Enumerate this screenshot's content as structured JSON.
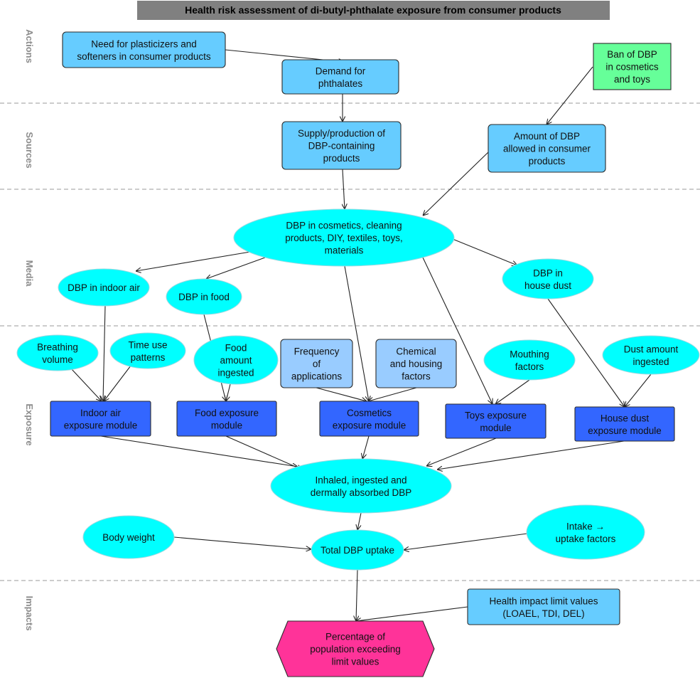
{
  "title": "Health risk assessment of di-butyl-phthalate exposure from consumer products",
  "lanes": [
    {
      "id": "actions",
      "label": "Actions"
    },
    {
      "id": "sources",
      "label": "Sources"
    },
    {
      "id": "media",
      "label": "Media"
    },
    {
      "id": "exposure",
      "label": "Exposure"
    },
    {
      "id": "impacts",
      "label": "Impacts"
    }
  ],
  "colors": {
    "light_box": "#66ccff",
    "cyan_ellipse": "#00ffff",
    "dark_box": "#3366ff",
    "pale_box": "#99ccff",
    "green_box": "#66ff99",
    "magenta_hex": "#ff3399",
    "title_bar": "#808080"
  },
  "nodes": [
    {
      "id": "need",
      "lines": [
        "Need for plasticizers and",
        "softeners in consumer products"
      ]
    },
    {
      "id": "demand",
      "lines": [
        "Demand for",
        "phthalates"
      ]
    },
    {
      "id": "ban",
      "lines": [
        "Ban of DBP",
        "in cosmetics",
        "and toys"
      ]
    },
    {
      "id": "supply",
      "lines": [
        "Supply/production of",
        "DBP-containing",
        "products"
      ]
    },
    {
      "id": "amount",
      "lines": [
        "Amount of DBP",
        "allowed in consumer",
        "products"
      ]
    },
    {
      "id": "cosmetics_media",
      "lines": [
        "DBP in cosmetics, cleaning",
        "products, DIY, textiles, toys,",
        "materials"
      ]
    },
    {
      "id": "indoor_air",
      "lines": [
        "DBP in indoor air"
      ]
    },
    {
      "id": "food",
      "lines": [
        "DBP in food"
      ]
    },
    {
      "id": "house_dust",
      "lines": [
        "DBP in",
        "house dust"
      ]
    },
    {
      "id": "breathing",
      "lines": [
        "Breathing",
        "volume"
      ]
    },
    {
      "id": "time_use",
      "lines": [
        "Time use",
        "patterns"
      ]
    },
    {
      "id": "food_amount",
      "lines": [
        "Food",
        "amount",
        "ingested"
      ]
    },
    {
      "id": "frequency",
      "lines": [
        "Frequency",
        "of",
        "applications"
      ]
    },
    {
      "id": "chemical",
      "lines": [
        "Chemical",
        "and housing",
        "factors"
      ]
    },
    {
      "id": "mouthing",
      "lines": [
        "Mouthing",
        "factors"
      ]
    },
    {
      "id": "dust_amount",
      "lines": [
        "Dust amount",
        "ingested"
      ]
    },
    {
      "id": "indoor_module",
      "lines": [
        "Indoor air",
        "exposure module"
      ]
    },
    {
      "id": "food_module",
      "lines": [
        "Food exposure",
        "module"
      ]
    },
    {
      "id": "cosmetics_module",
      "lines": [
        "Cosmetics",
        "exposure module"
      ]
    },
    {
      "id": "toys_module",
      "lines": [
        "Toys exposure",
        "module"
      ]
    },
    {
      "id": "dust_module",
      "lines": [
        "House dust",
        "exposure module"
      ]
    },
    {
      "id": "inhaled",
      "lines": [
        "Inhaled, ingested and",
        "dermally absorbed DBP"
      ]
    },
    {
      "id": "body_weight",
      "lines": [
        "Body weight"
      ]
    },
    {
      "id": "total_uptake",
      "lines": [
        "Total DBP uptake"
      ]
    },
    {
      "id": "intake_factors",
      "lines": [
        "Intake →",
        "uptake factors"
      ]
    },
    {
      "id": "health_limits",
      "lines": [
        "Health impact limit values",
        "(LOAEL, TDI, DEL)"
      ]
    },
    {
      "id": "percentage",
      "lines": [
        "Percentage of",
        "population exceeding",
        "limit values"
      ]
    }
  ],
  "edges": [
    {
      "from": "need",
      "to": "demand"
    },
    {
      "from": "demand",
      "to": "supply"
    },
    {
      "from": "ban",
      "to": "amount"
    },
    {
      "from": "supply",
      "to": "cosmetics_media"
    },
    {
      "from": "amount",
      "to": "cosmetics_media"
    },
    {
      "from": "cosmetics_media",
      "to": "indoor_air"
    },
    {
      "from": "cosmetics_media",
      "to": "food"
    },
    {
      "from": "cosmetics_media",
      "to": "house_dust"
    },
    {
      "from": "cosmetics_media",
      "to": "cosmetics_module"
    },
    {
      "from": "cosmetics_media",
      "to": "toys_module"
    },
    {
      "from": "indoor_air",
      "to": "indoor_module"
    },
    {
      "from": "breathing",
      "to": "indoor_module"
    },
    {
      "from": "time_use",
      "to": "indoor_module"
    },
    {
      "from": "food",
      "to": "food_module"
    },
    {
      "from": "food_amount",
      "to": "food_module"
    },
    {
      "from": "frequency",
      "to": "cosmetics_module"
    },
    {
      "from": "chemical",
      "to": "cosmetics_module"
    },
    {
      "from": "mouthing",
      "to": "toys_module"
    },
    {
      "from": "house_dust",
      "to": "dust_module"
    },
    {
      "from": "dust_amount",
      "to": "dust_module"
    },
    {
      "from": "indoor_module",
      "to": "inhaled"
    },
    {
      "from": "food_module",
      "to": "inhaled"
    },
    {
      "from": "cosmetics_module",
      "to": "inhaled"
    },
    {
      "from": "toys_module",
      "to": "inhaled"
    },
    {
      "from": "dust_module",
      "to": "inhaled"
    },
    {
      "from": "inhaled",
      "to": "total_uptake"
    },
    {
      "from": "body_weight",
      "to": "total_uptake"
    },
    {
      "from": "intake_factors",
      "to": "total_uptake"
    },
    {
      "from": "total_uptake",
      "to": "percentage"
    },
    {
      "from": "health_limits",
      "to": "percentage"
    }
  ]
}
